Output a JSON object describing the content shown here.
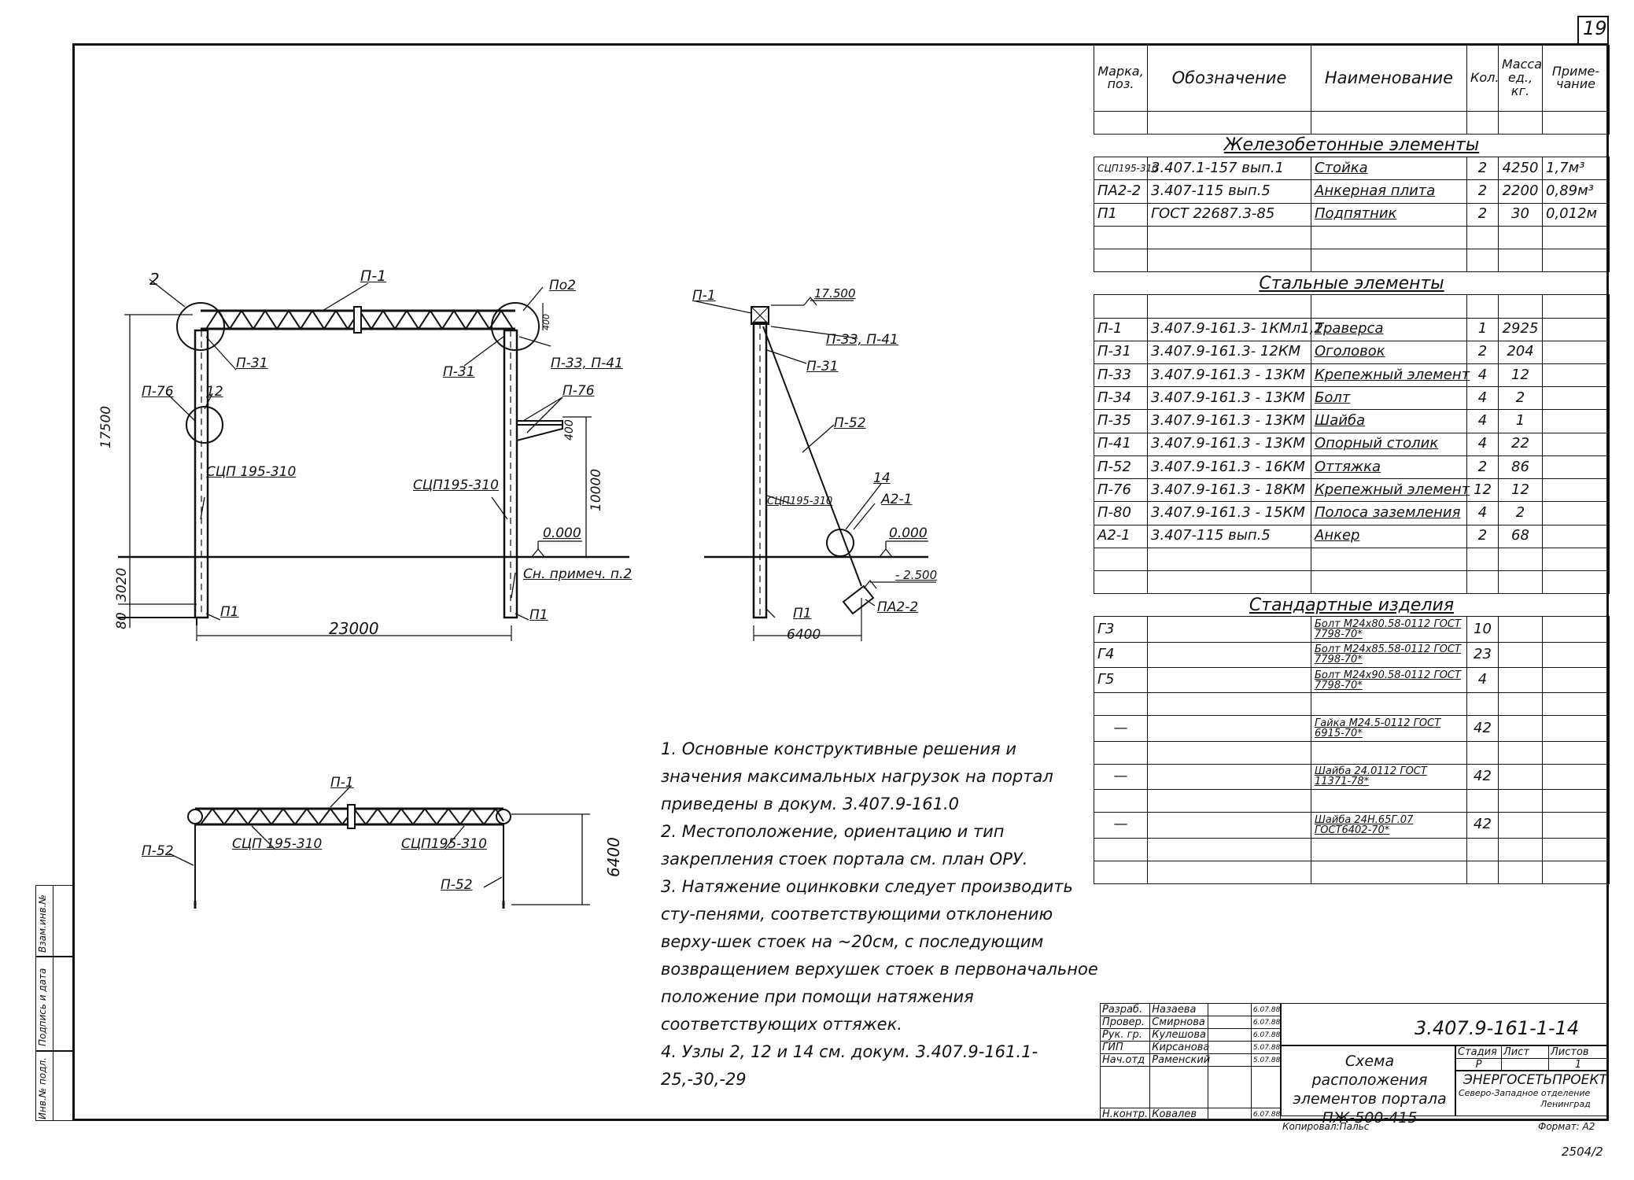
{
  "sheet_number": "19",
  "spec_table": {
    "headers": [
      "Марка, поз.",
      "Обозначение",
      "Наименование",
      "Кол.",
      "Масса ед., кг.",
      "Приме-чание"
    ],
    "sections": [
      {
        "title": "Железобетонные элементы",
        "rows": [
          [
            "СЦП195-310",
            "3.407.1-157 вып.1",
            "Стойка",
            "2",
            "4250",
            "1,7м³"
          ],
          [
            "ПА2-2",
            "3.407-115 вып.5",
            "Анкерная плита",
            "2",
            "2200",
            "0,89м³"
          ],
          [
            "П1",
            "ГОСТ 22687.3-85",
            "Подпятник",
            "2",
            "30",
            "0,012м"
          ]
        ]
      },
      {
        "title": "Стальные элементы",
        "rows": [
          [
            "П-1",
            "3.407.9-161.3- 1КМл1,2",
            "Траверса",
            "1",
            "2925",
            ""
          ],
          [
            "П-31",
            "3.407.9-161.3- 12КМ",
            "Оголовок",
            "2",
            "204",
            ""
          ],
          [
            "П-33",
            "3.407.9-161.3 - 13КМ",
            "Крепежный элемент",
            "4",
            "12",
            ""
          ],
          [
            "П-34",
            "3.407.9-161.3 - 13КМ",
            "Болт",
            "4",
            "2",
            ""
          ],
          [
            "П-35",
            "3.407.9-161.3 - 13КМ",
            "Шайба",
            "4",
            "1",
            ""
          ],
          [
            "П-41",
            "3.407.9-161.3 - 13КМ",
            "Опорный столик",
            "4",
            "22",
            ""
          ],
          [
            "П-52",
            "3.407.9-161.3 - 16КМ",
            "Оттяжка",
            "2",
            "86",
            ""
          ],
          [
            "П-76",
            "3.407.9-161.3 - 18КМ",
            "Крепежный элемент",
            "12",
            "12",
            ""
          ],
          [
            "П-80",
            "3.407.9-161.3 - 15КМ",
            "Полоса заземления",
            "4",
            "2",
            ""
          ],
          [
            "А2-1",
            "3.407-115 вып.5",
            "Анкер",
            "2",
            "68",
            ""
          ]
        ]
      },
      {
        "title": "Стандартные изделия",
        "rows": [
          [
            "Г3",
            "",
            "Болт М24х80.58-0112 ГОСТ 7798-70*",
            "10",
            "",
            ""
          ],
          [
            "Г4",
            "",
            "Болт М24х85.58-0112 ГОСТ 7798-70*",
            "23",
            "",
            ""
          ],
          [
            "Г5",
            "",
            "Болт М24х90.58-0112 ГОСТ 7798-70*",
            "4",
            "",
            ""
          ],
          [
            "—",
            "",
            "Гайка М24.5-0112 ГОСТ 6915-70*",
            "42",
            "",
            ""
          ],
          [
            "—",
            "",
            "Шайба 24.0112 ГОСТ 11371-78*",
            "42",
            "",
            ""
          ],
          [
            "—",
            "",
            "Шайба 24Н.65Г.07 ГОСТ6402-70*",
            "42",
            "",
            ""
          ]
        ]
      }
    ]
  },
  "notes": [
    "1. Основные конструктивные решения и значения максимальных нагрузок на портал приведены в докум. 3.407.9-161.0",
    "2. Местоположение, ориентацию и тип закрепления стоек портала см. план ОРУ.",
    "3. Натяжение оцинковки следует производить сту-пенями, соответствующими отклонению верху-шек стоек на ~20см, с последующим возвращением верхушек стоек в первоначальное положение при помощи натяжения соответствующих оттяжек.",
    "4. Узлы 2, 12 и 14 см. докум. 3.407.9-161.1- 25,-30,-29"
  ],
  "title_block": {
    "code": "3.407.9-161-1-14",
    "title": "Схема расположения элементов портала ПЖ-500-415",
    "stage_header": "Стадия",
    "sheet_header": "Лист",
    "sheets_header": "Листов",
    "stage": "Р",
    "sheets": "1",
    "org_name": "ЭНЕРГОСЕТЬПРОЕКТ",
    "org_sub": "Северо-Западное отделение",
    "org_city": "Ленинград",
    "copied": "Копировал:Пальс",
    "format": "Формат: А2",
    "bottom_code": "2504/2",
    "people": [
      {
        "role": "Разраб.",
        "name": "Назаева",
        "date": "6.07.88"
      },
      {
        "role": "Провер.",
        "name": "Смирнова",
        "date": "6.07.88"
      },
      {
        "role": "Рук. гр.",
        "name": "Кулешова",
        "date": "6.07.88"
      },
      {
        "role": "ГИП",
        "name": "Кирсанова",
        "date": "5.07.88"
      },
      {
        "role": "Нач.отд",
        "name": "Раменский",
        "date": "5.07.88"
      },
      {
        "role": "",
        "name": "",
        "date": ""
      },
      {
        "role": "Н.контр.",
        "name": "Ковалев",
        "date": "6.07.88"
      }
    ]
  },
  "side_stamp": [
    "Инв.№ подл.",
    "Подпись и дата",
    "Взам.инв.№"
  ],
  "drawing_labels": {
    "node_2": "2",
    "p1": "П-1",
    "node_2_right": "По2",
    "p31_left": "П-31",
    "p31_right": "П-31",
    "p33_p41": "П-33, П-41",
    "p76_left": "П-76",
    "p76_right": "П-76",
    "node_12": "12",
    "scp_left": "СЦП 195-310",
    "scp_right": "СЦП195-310",
    "dim_17500": "17500",
    "dim_10000": "10000",
    "dim_3020": "3020",
    "dim_80": "80",
    "dim_400": "400",
    "dim_400b": "400",
    "level_0": "0.000",
    "ground_note": "Сн. примеч. п.2",
    "pi_left": "П1",
    "pi_right": "П1",
    "dim_23000": "23000",
    "side_p1": "П-1",
    "side_level_17500": "17.500",
    "side_p33": "П-33, П-41",
    "side_p31": "П-31",
    "side_p52": "П-52",
    "side_scp": "СЦП195-310",
    "side_node_14": "14",
    "side_a21": "А2-1",
    "side_level_0": "0.000",
    "side_level_2500": "- 2.500",
    "side_pa22": "ПА2-2",
    "side_pi": "П1",
    "side_dim_6400": "6400",
    "plan_p1": "П-1",
    "plan_scp_left": "СЦП 195-310",
    "plan_scp_right": "СЦП195-310",
    "plan_p52_left": "П-52",
    "plan_p52_right": "П-52",
    "plan_dim_6400": "6400"
  }
}
